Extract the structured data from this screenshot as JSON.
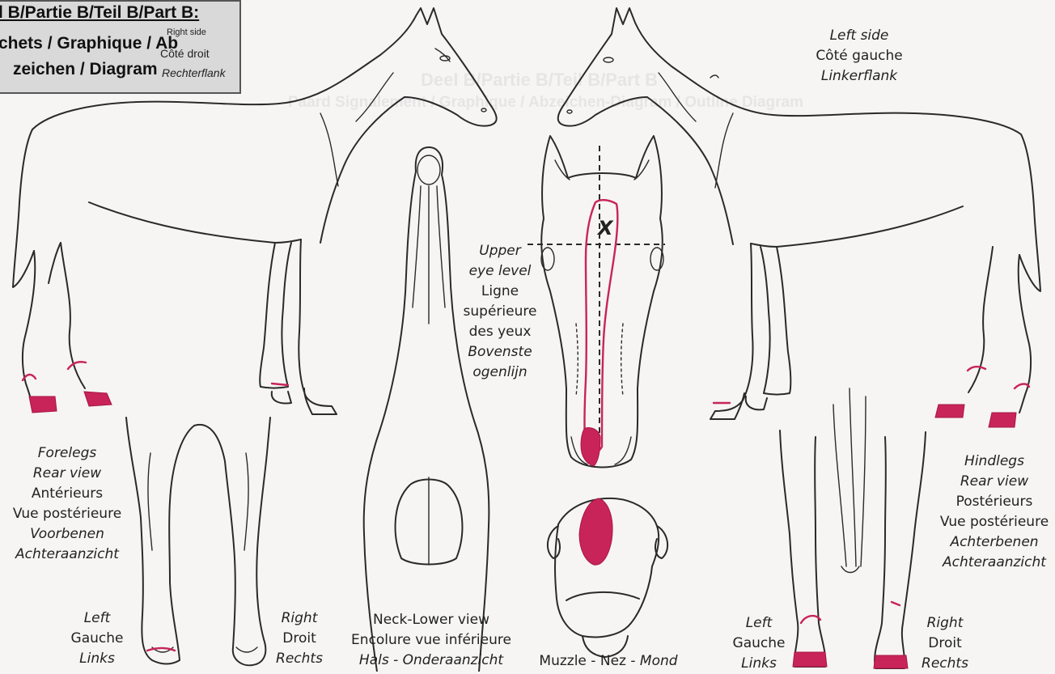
{
  "header": {
    "line1": "l B/Partie B/Teil B/Part B:",
    "line2": "chets / Graphique / Ab",
    "line3": "zeichen / Diagram",
    "overlay": [
      "Right side",
      "Côté droit",
      "Rechterflank"
    ]
  },
  "background_header": {
    "line1": "Deel B/Partie B/Teil B/Part B",
    "line2": "Paard Signalement / Graphique / Abzeichen-Diagram / Outline Diagram"
  },
  "left_side": {
    "en": "Left side",
    "fr": "Côté gauche",
    "nl": "Linkerflank"
  },
  "eye_level": {
    "en1": "Upper",
    "en2": "eye level",
    "fr1": "Ligne",
    "fr2": "supérieure",
    "fr3": "des yeux",
    "nl1": "Bovenste",
    "nl2": "ogenlijn"
  },
  "forelegs": {
    "en": "Forelegs",
    "en2": "Rear view",
    "fr": "Antérieurs",
    "fr2": "Vue postérieure",
    "nl": "Voorbenen",
    "nl2": "Achteraanzicht"
  },
  "forelegs_left": {
    "en": "Left",
    "fr": "Gauche",
    "de": "Links"
  },
  "forelegs_right": {
    "en": "Right",
    "fr": "Droit",
    "de": "Rechts"
  },
  "neck": {
    "en": "Neck-Lower view",
    "fr": "Encolure vue inférieure",
    "nl": "Hals - Onderaanzicht"
  },
  "muzzle": {
    "en": "Muzzle",
    "sep1": " - ",
    "fr": "Nez",
    "sep2": " - ",
    "nl": "Mond"
  },
  "hindlegs": {
    "en": "Hindlegs",
    "en2": "Rear view",
    "fr": "Postérieurs",
    "fr2": "Vue postérieure",
    "nl": "Achterbenen",
    "nl2": "Achteraanzicht"
  },
  "hindlegs_left": {
    "en": "Left",
    "fr": "Gauche",
    "de": "Links"
  },
  "hindlegs_right": {
    "en": "Right",
    "fr": "Droit",
    "de": "Rechts"
  },
  "head_mark": "X",
  "colors": {
    "marking": "#c8245a",
    "ink": "#2a2a2a",
    "paper": "#f6f5f4",
    "header_box": "#d9d9d9"
  }
}
